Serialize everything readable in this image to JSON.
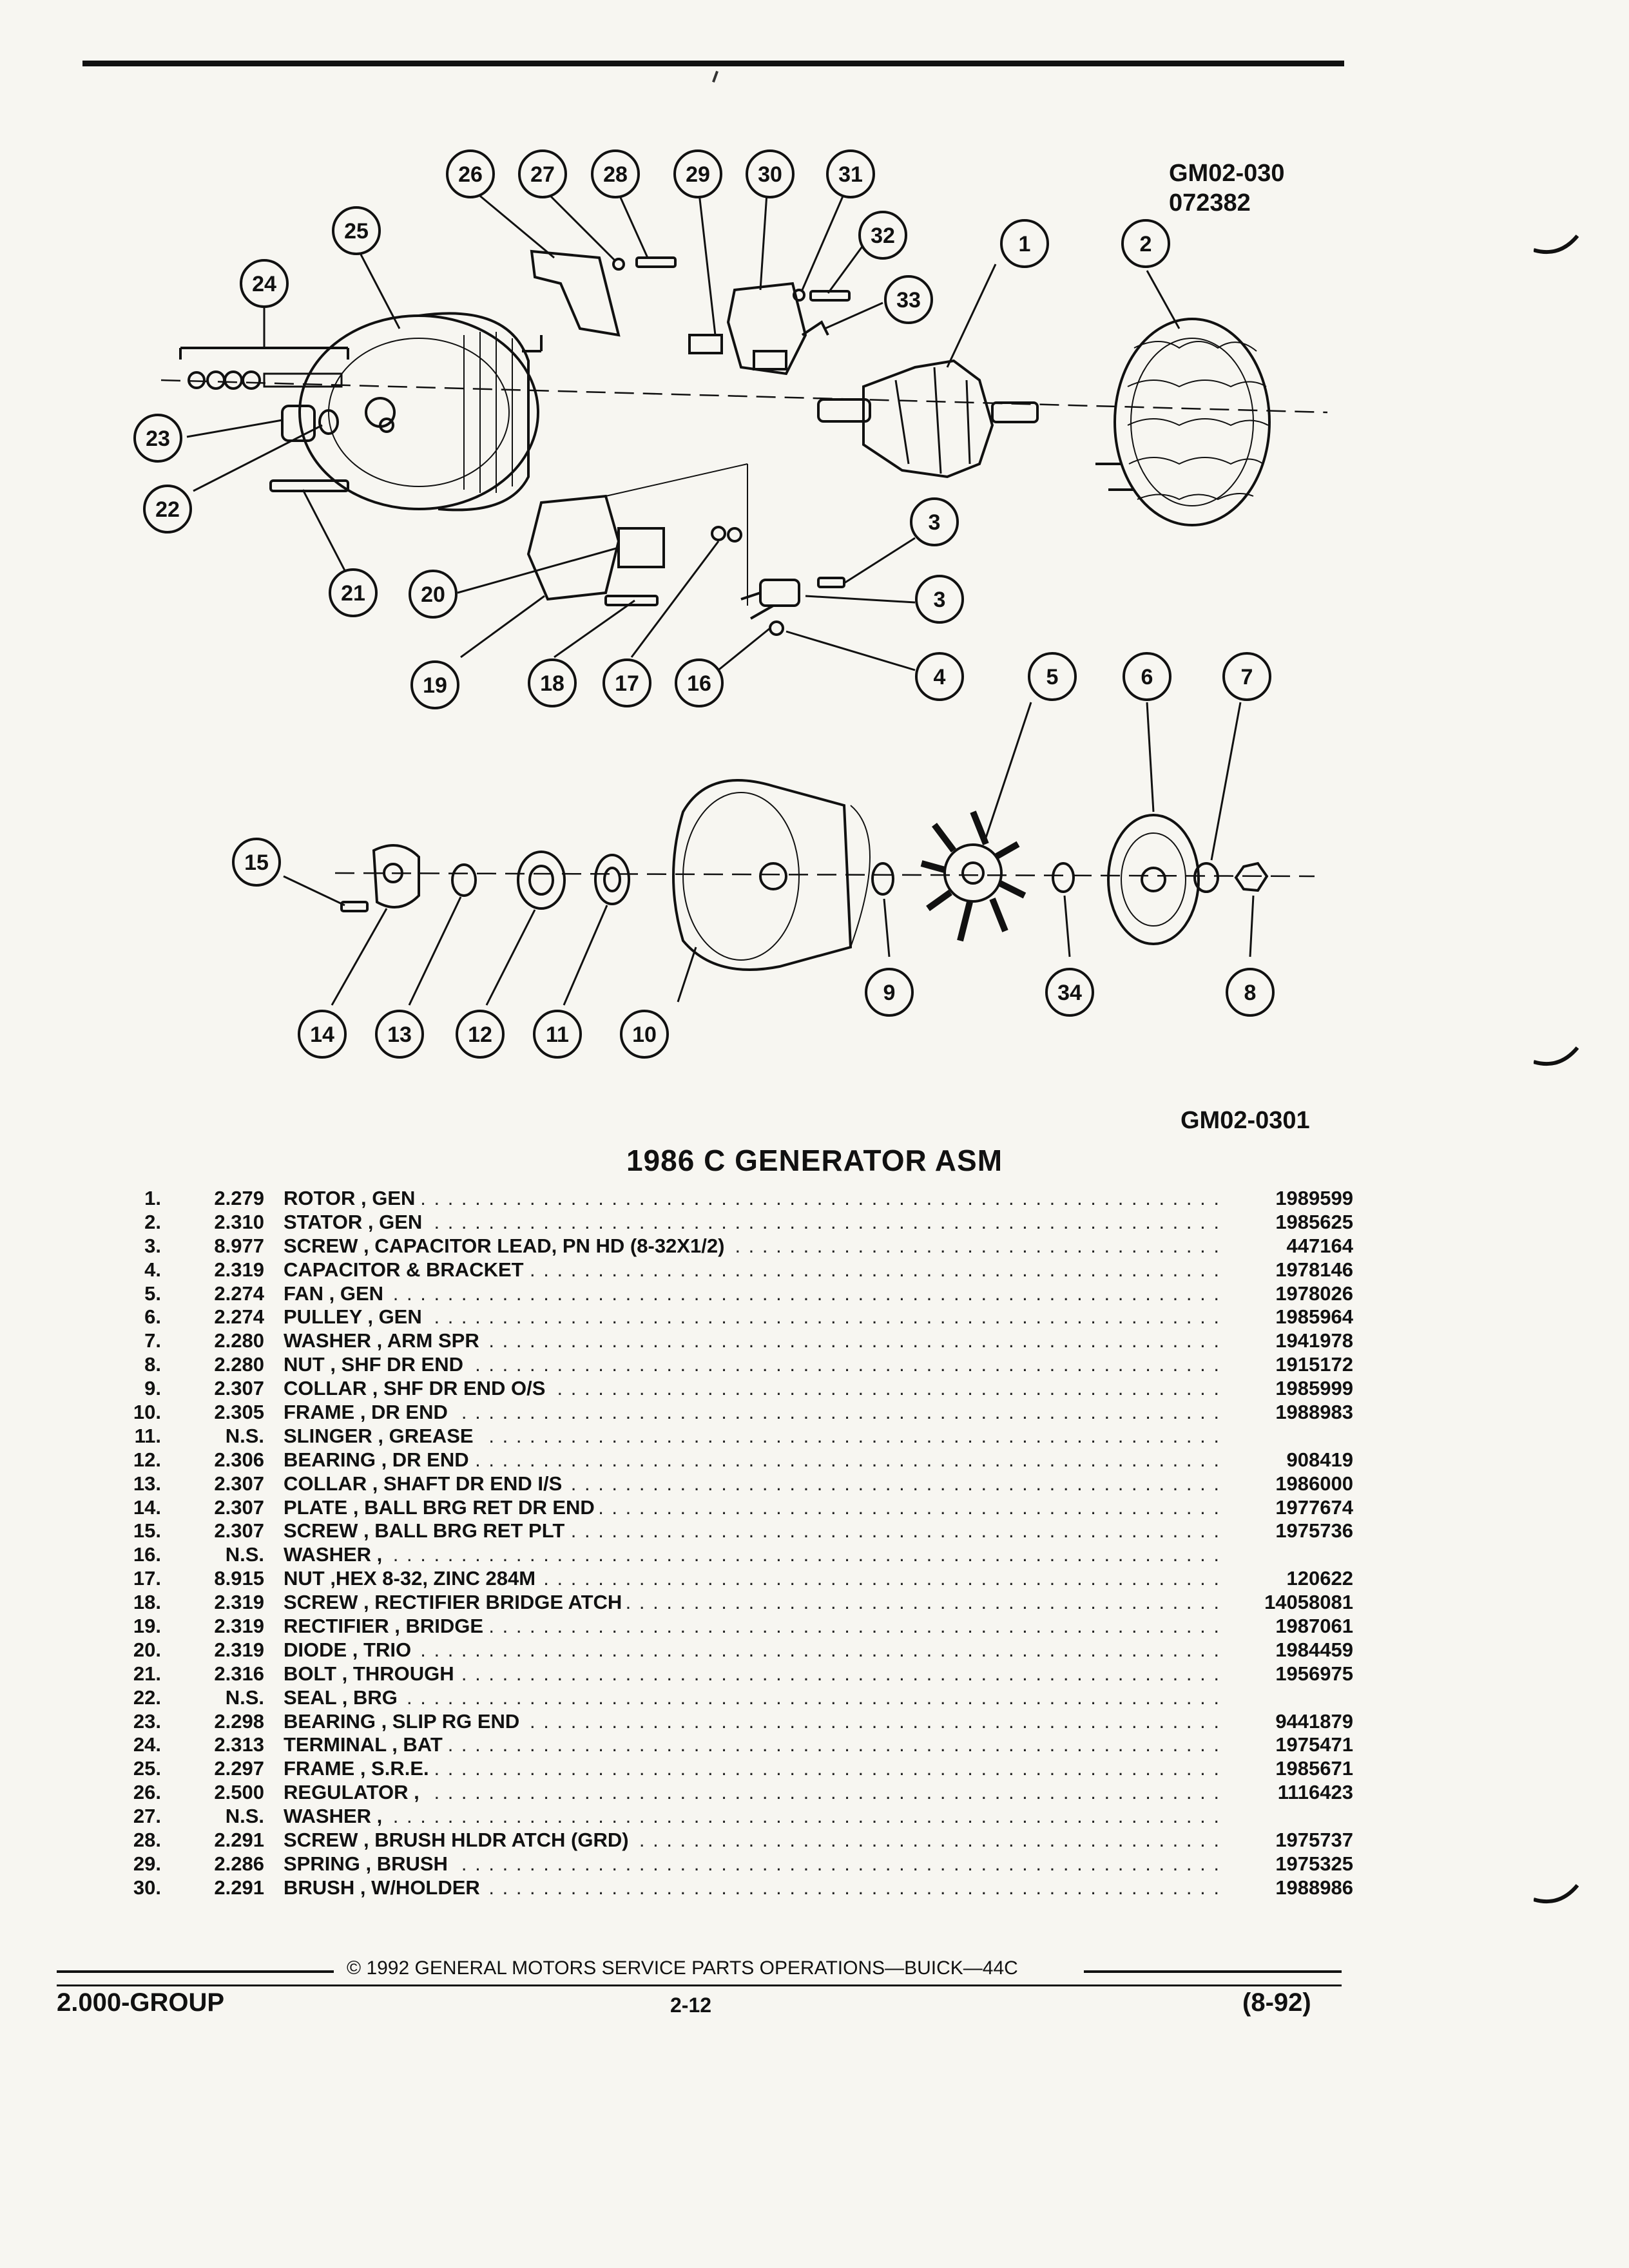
{
  "figure": {
    "id_top_1": "GM02-030",
    "id_top_2": "072382",
    "id_bottom": "GM02-0301"
  },
  "callouts": [
    "1",
    "2",
    "3",
    "3",
    "4",
    "5",
    "6",
    "7",
    "8",
    "9",
    "10",
    "11",
    "12",
    "13",
    "14",
    "15",
    "16",
    "17",
    "18",
    "19",
    "20",
    "21",
    "22",
    "23",
    "24",
    "25",
    "26",
    "27",
    "28",
    "29",
    "30",
    "31",
    "32",
    "33",
    "34"
  ],
  "title": "1986 C GENERATOR ASM",
  "parts": [
    {
      "num": "1.",
      "group": "2.279",
      "desc": "ROTOR , GEN",
      "part": "1989599"
    },
    {
      "num": "2.",
      "group": "2.310",
      "desc": "STATOR , GEN",
      "part": "1985625"
    },
    {
      "num": "3.",
      "group": "8.977",
      "desc": "SCREW , CAPACITOR LEAD, PN HD (8-32X1/2)",
      "part": "447164"
    },
    {
      "num": "4.",
      "group": "2.319",
      "desc": "CAPACITOR & BRACKET",
      "part": "1978146"
    },
    {
      "num": "5.",
      "group": "2.274",
      "desc": "FAN , GEN",
      "part": "1978026"
    },
    {
      "num": "6.",
      "group": "2.274",
      "desc": "PULLEY , GEN",
      "part": "1985964"
    },
    {
      "num": "7.",
      "group": "2.280",
      "desc": "WASHER , ARM SPR",
      "part": "1941978"
    },
    {
      "num": "8.",
      "group": "2.280",
      "desc": "NUT , SHF DR END",
      "part": "1915172"
    },
    {
      "num": "9.",
      "group": "2.307",
      "desc": "COLLAR , SHF DR END O/S",
      "part": "1985999"
    },
    {
      "num": "10.",
      "group": "2.305",
      "desc": "FRAME , DR END",
      "part": "1988983"
    },
    {
      "num": "11.",
      "group": "N.S.",
      "desc": "SLINGER , GREASE",
      "part": ""
    },
    {
      "num": "12.",
      "group": "2.306",
      "desc": "BEARING , DR END",
      "part": "908419"
    },
    {
      "num": "13.",
      "group": "2.307",
      "desc": "COLLAR , SHAFT DR END I/S",
      "part": "1986000"
    },
    {
      "num": "14.",
      "group": "2.307",
      "desc": "PLATE , BALL BRG RET DR END",
      "part": "1977674"
    },
    {
      "num": "15.",
      "group": "2.307",
      "desc": "SCREW , BALL BRG RET PLT",
      "part": "1975736"
    },
    {
      "num": "16.",
      "group": "N.S.",
      "desc": "WASHER ,",
      "part": ""
    },
    {
      "num": "17.",
      "group": "8.915",
      "desc": "NUT ,HEX 8-32, ZINC 284M",
      "part": "120622"
    },
    {
      "num": "18.",
      "group": "2.319",
      "desc": "SCREW , RECTIFIER BRIDGE ATCH",
      "part": "14058081"
    },
    {
      "num": "19.",
      "group": "2.319",
      "desc": "RECTIFIER , BRIDGE",
      "part": "1987061"
    },
    {
      "num": "20.",
      "group": "2.319",
      "desc": "DIODE , TRIO",
      "part": "1984459"
    },
    {
      "num": "21.",
      "group": "2.316",
      "desc": "BOLT , THROUGH",
      "part": "1956975"
    },
    {
      "num": "22.",
      "group": "N.S.",
      "desc": "SEAL , BRG",
      "part": ""
    },
    {
      "num": "23.",
      "group": "2.298",
      "desc": "BEARING , SLIP RG END",
      "part": "9441879"
    },
    {
      "num": "24.",
      "group": "2.313",
      "desc": "TERMINAL , BAT",
      "part": "1975471"
    },
    {
      "num": "25.",
      "group": "2.297",
      "desc": "FRAME , S.R.E.",
      "part": "1985671"
    },
    {
      "num": "26.",
      "group": "2.500",
      "desc": "REGULATOR ,",
      "part": "1116423"
    },
    {
      "num": "27.",
      "group": "N.S.",
      "desc": "WASHER ,",
      "part": ""
    },
    {
      "num": "28.",
      "group": "2.291",
      "desc": "SCREW , BRUSH HLDR ATCH (GRD)",
      "part": "1975737"
    },
    {
      "num": "29.",
      "group": "2.286",
      "desc": "SPRING , BRUSH",
      "part": "1975325"
    },
    {
      "num": "30.",
      "group": "2.291",
      "desc": "BRUSH , W/HOLDER",
      "part": "1988986"
    }
  ],
  "footer": {
    "copyright": "© 1992 GENERAL MOTORS SERVICE PARTS OPERATIONS—BUICK—44C",
    "group": "2.000-GROUP",
    "page": "2-12",
    "date": "(8-92)"
  }
}
